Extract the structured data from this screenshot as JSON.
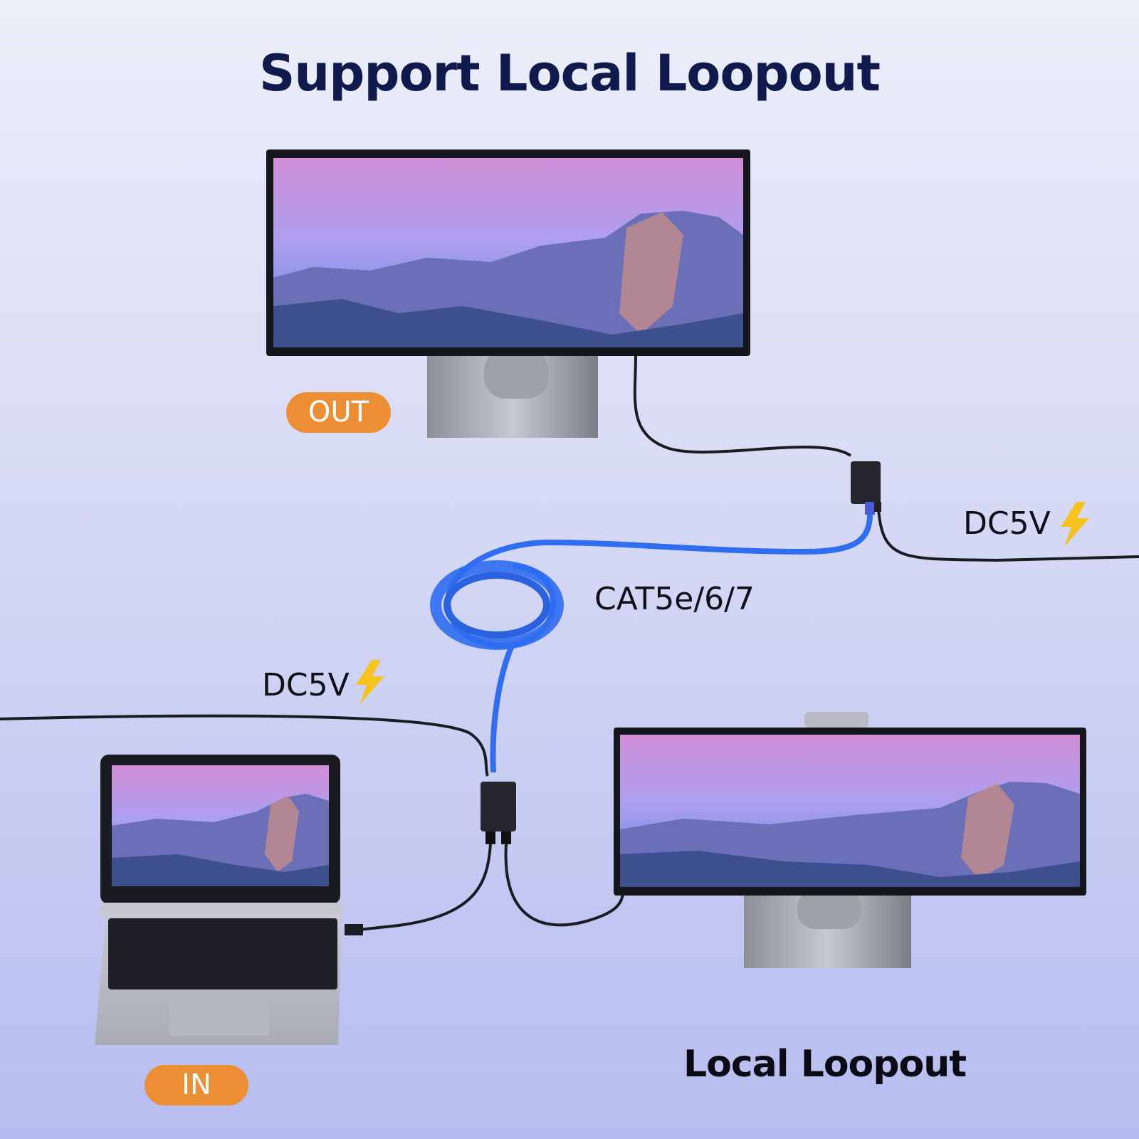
{
  "title": "Support Local Loopout",
  "caption": "Local Loopout",
  "badges": {
    "out": "OUT",
    "in": "IN"
  },
  "labels": {
    "power_top": "DC5V",
    "power_bottom": "DC5V",
    "cable": "CAT5e/6/7"
  },
  "colors": {
    "badge": "#ec8f34",
    "title": "#101a4c",
    "network_cable": "#2f6df1",
    "power_icon": "#f6c21d"
  }
}
